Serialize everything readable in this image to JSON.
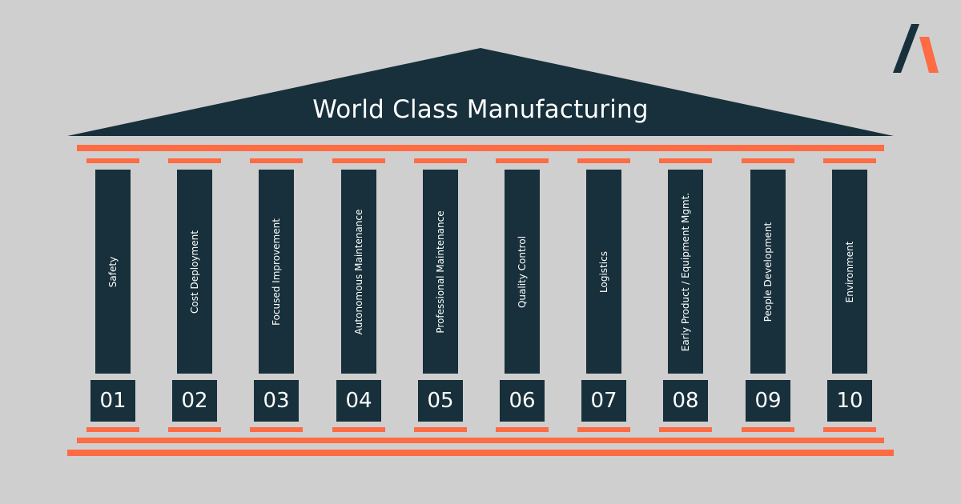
{
  "title": "World Class Manufacturing",
  "pillars": [
    {
      "number": "01",
      "label": "Safety"
    },
    {
      "number": "02",
      "label": "Cost Deployment"
    },
    {
      "number": "03",
      "label": "Focused Improvement"
    },
    {
      "number": "04",
      "label": "Autonomous Maintenance"
    },
    {
      "number": "05",
      "label": "Professional Maintenance"
    },
    {
      "number": "06",
      "label": "Quality Control"
    },
    {
      "number": "07",
      "label": "Logistics"
    },
    {
      "number": "08",
      "label": "Early Product / Equipment  Mgmt."
    },
    {
      "number": "09",
      "label": "People Development"
    },
    {
      "number": "10",
      "label": "Environment"
    }
  ],
  "colors": {
    "background": "#cfcfcf",
    "dark": "#17303b",
    "accent": "#ff6b42",
    "text": "#ffffff"
  },
  "logo_icon": "brand-a-logo-icon"
}
